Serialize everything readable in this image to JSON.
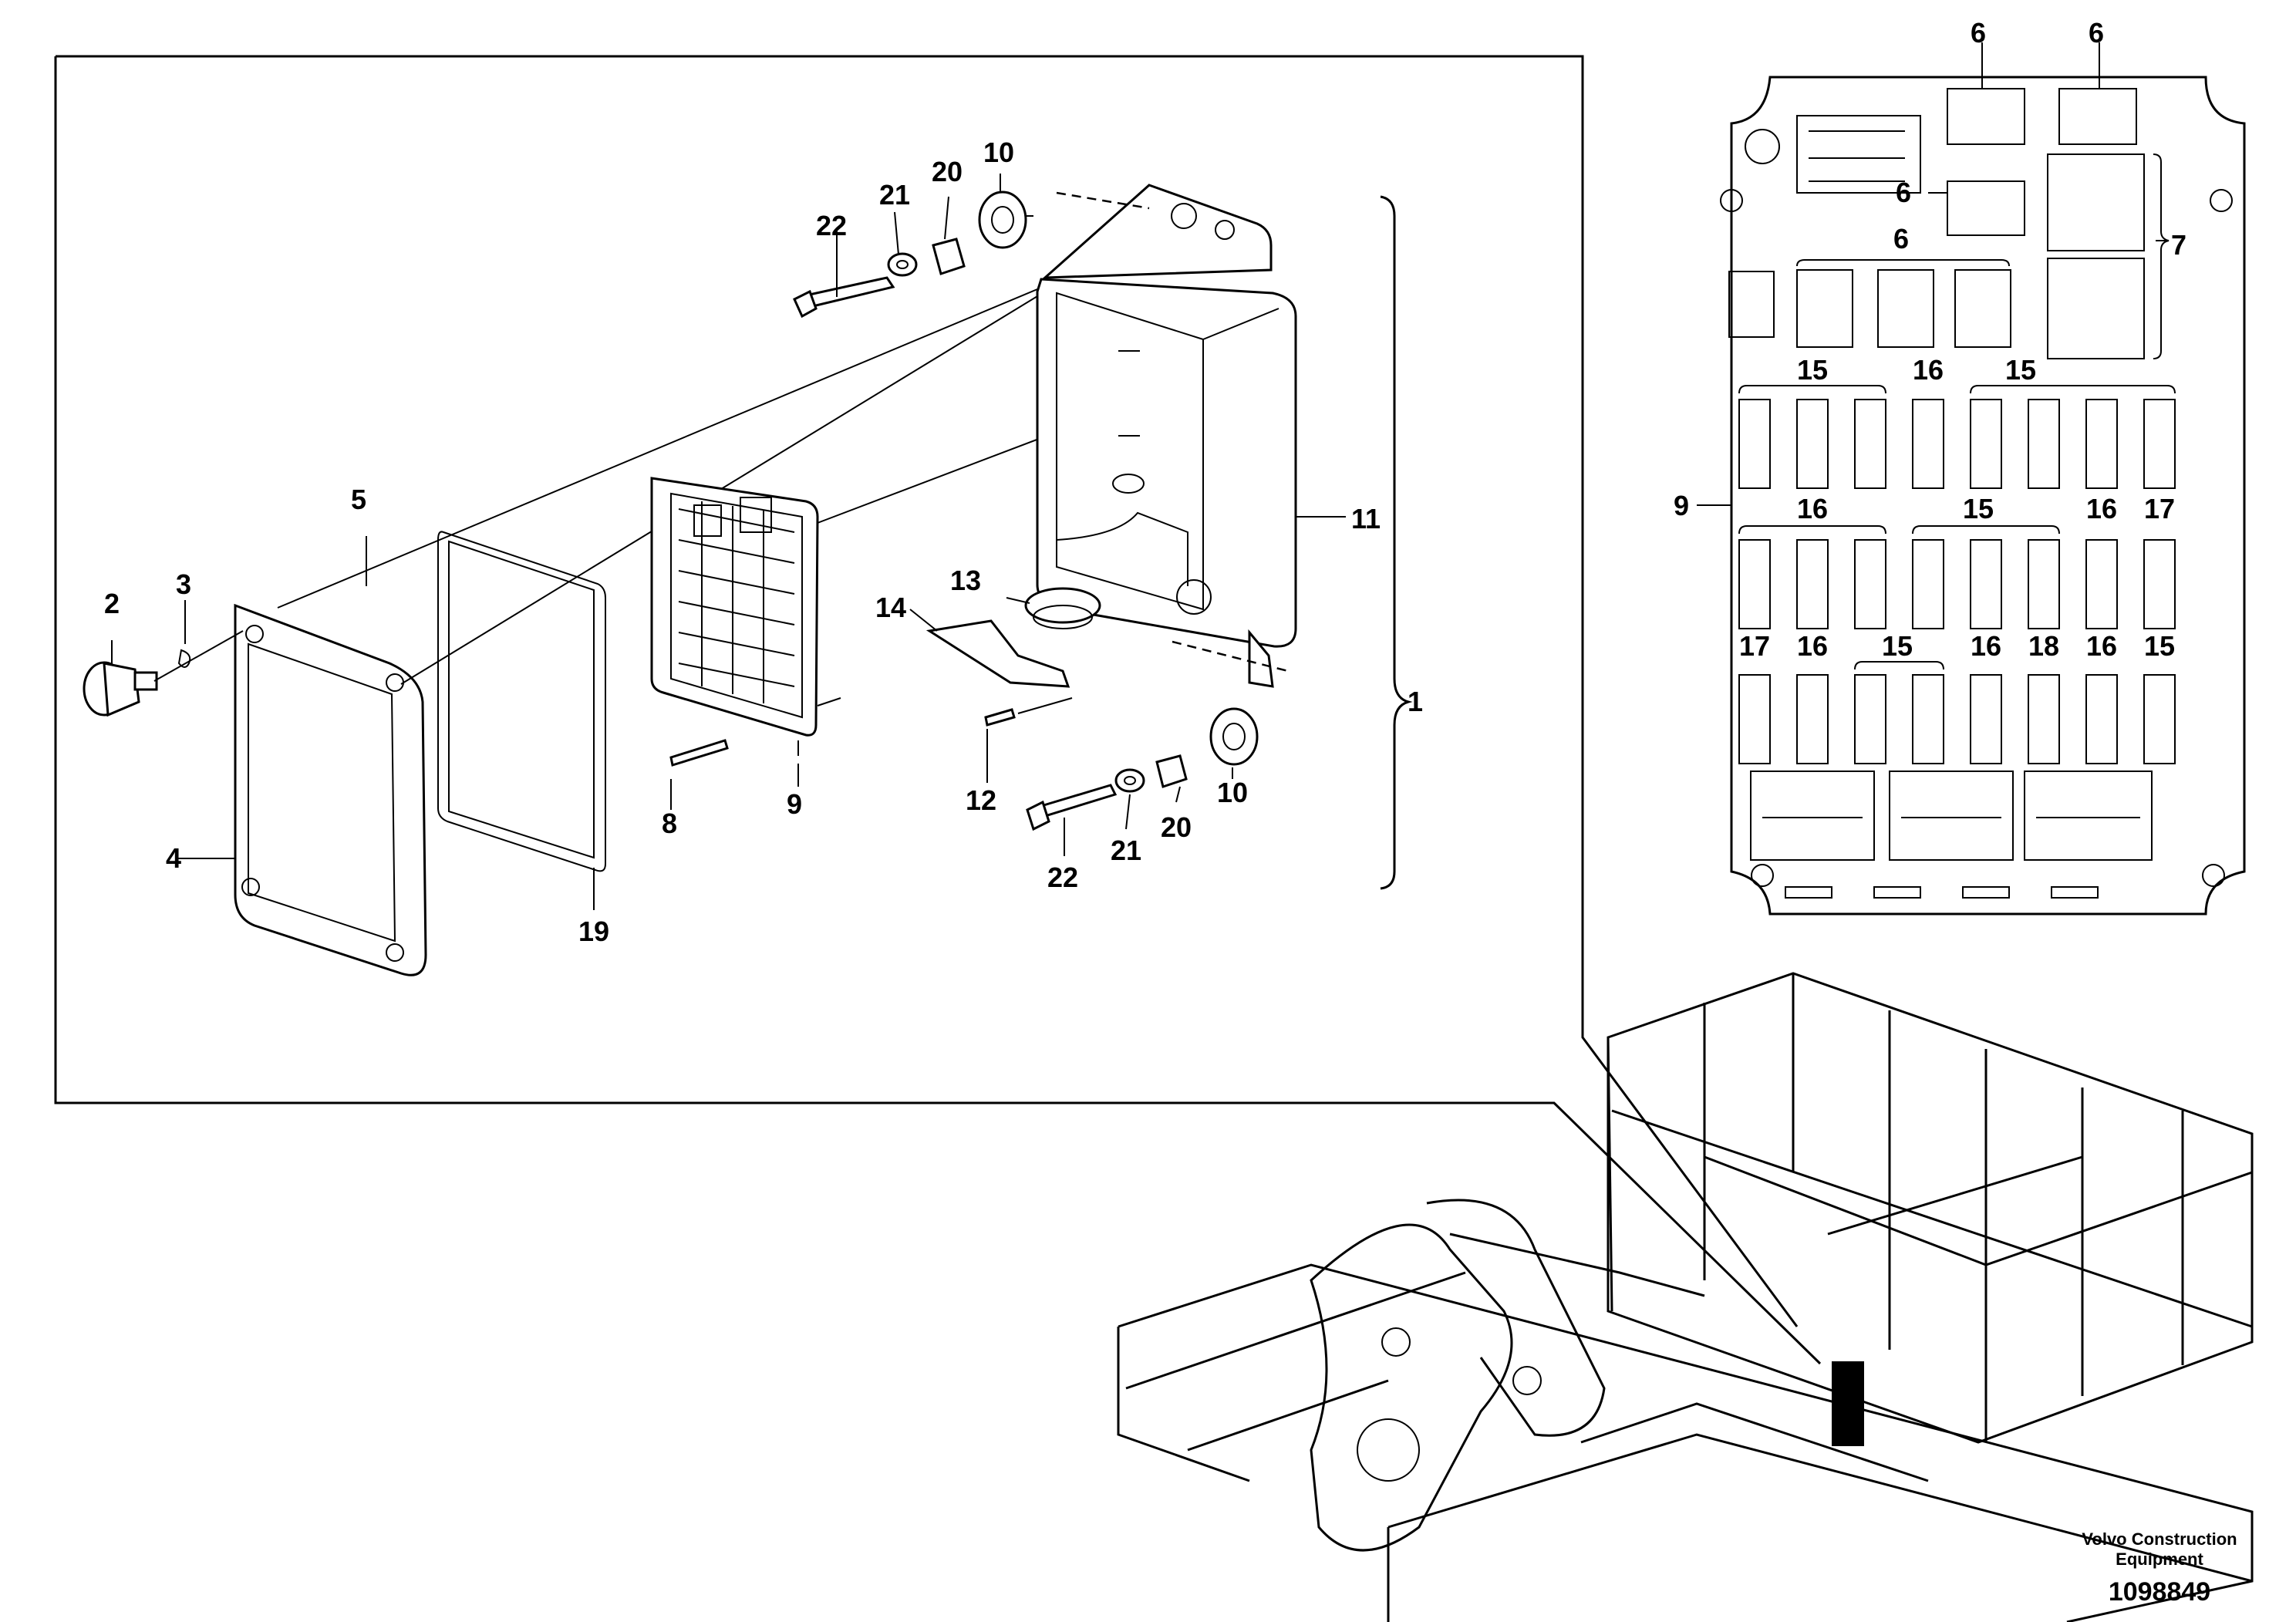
{
  "callouts": {
    "c1": "1",
    "c2": "2",
    "c3": "3",
    "c4": "4",
    "c5": "5",
    "c8": "8",
    "c9": "9",
    "c10a": "10",
    "c10b": "10",
    "c11": "11",
    "c12": "12",
    "c13": "13",
    "c14": "14",
    "c19": "19",
    "c20a": "20",
    "c20b": "20",
    "c21a": "21",
    "c21b": "21",
    "c22a": "22",
    "c22b": "22"
  },
  "fuse_panel": {
    "label_9": "9",
    "label_6a": "6",
    "label_6b": "6",
    "label_6c": "6",
    "label_6d": "6",
    "label_7": "7",
    "row1": [
      "15",
      "16",
      "15"
    ],
    "row2": [
      "16",
      "15",
      "16",
      "17"
    ],
    "row3": [
      "17",
      "16",
      "15",
      "16",
      "18",
      "16",
      "15"
    ]
  },
  "footer": {
    "brand_line1": "Volvo Construction",
    "brand_line2": "Equipment",
    "doc_number": "1098849"
  },
  "icons": [
    "fuse-relay-box",
    "machine-frame"
  ]
}
